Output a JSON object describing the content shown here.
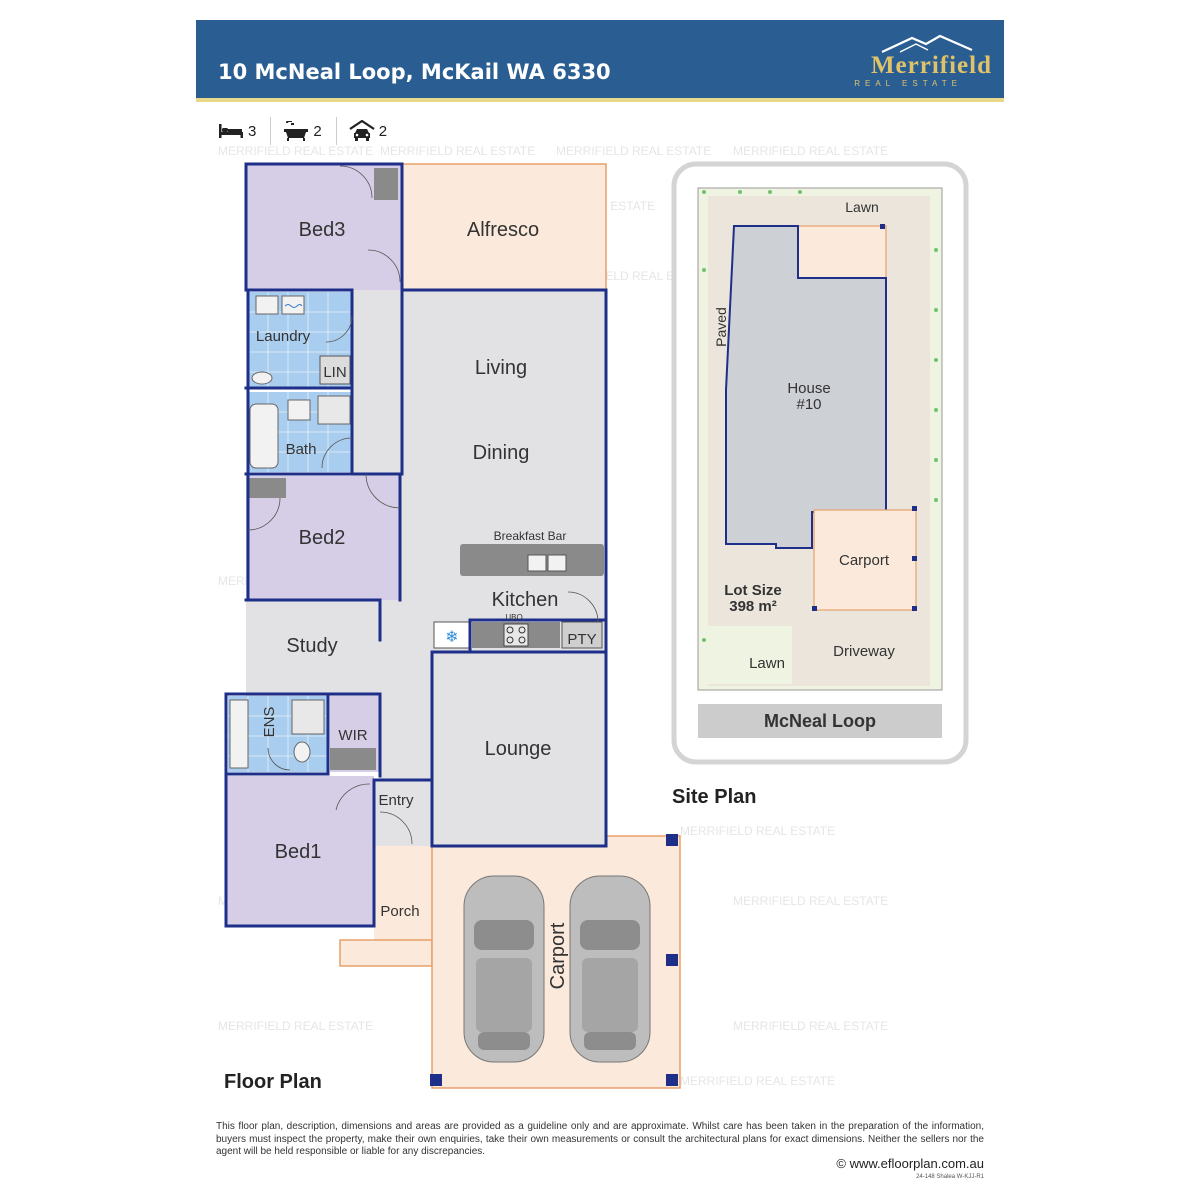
{
  "header": {
    "address": "10 McNeal Loop, McKail WA 6330",
    "logo_brand": "Merrifield",
    "logo_tag": "REAL ESTATE"
  },
  "stats": {
    "beds": "3",
    "baths": "2",
    "cars": "2"
  },
  "watermark": "MERRIFIELD REAL ESTATE",
  "floor_plan": {
    "title": "Floor Plan",
    "rooms": {
      "bed3": "Bed3",
      "alfresco": "Alfresco",
      "laundry": "Laundry",
      "lin": "LIN",
      "living": "Living",
      "bath": "Bath",
      "dining": "Dining",
      "bed2": "Bed2",
      "breakfast_bar": "Breakfast Bar",
      "kitchen": "Kitchen",
      "ubo": "UBO",
      "pty": "PTY",
      "study": "Study",
      "ens": "ENS",
      "wir": "WIR",
      "lounge": "Lounge",
      "entry": "Entry",
      "bed1": "Bed1",
      "porch": "Porch",
      "carport": "Carport"
    }
  },
  "site_plan": {
    "title": "Site Plan",
    "lawn_top": "Lawn",
    "paved": "Paved",
    "house_line1": "House",
    "house_line2": "#10",
    "carport": "Carport",
    "lot_size_label": "Lot Size",
    "lot_size_value": "398 m²",
    "driveway": "Driveway",
    "lawn_bottom": "Lawn",
    "street": "McNeal Loop"
  },
  "disclaimer": "This floor plan, description, dimensions and areas are provided as a guideline only and are approximate. Whilst care has been taken in the preparation of the information, buyers must inspect the property, make their own enquiries, take their own measurements or consult the architectural plans for exact dimensions. Neither the sellers nor the agent will be held responsible or liable for any discrepancies.",
  "credit": "© www.efloorplan.com.au",
  "reference": "24-148 Shalea W-KJJ-R1",
  "colors": {
    "header_blue": "#2a5e92",
    "wall_blue": "#1e2f8a",
    "bedroom_purple": "#d6cde6",
    "floor_grey": "#e2e2e4",
    "outdoor_peach": "#fbeadb",
    "wet_tile_blue": "#9cc4ea",
    "logo_gold": "#e0c26a"
  },
  "icons": [
    "bed-icon",
    "bath-icon",
    "car-icon",
    "fridge-snowflake-icon",
    "car-silhouette-icon"
  ]
}
